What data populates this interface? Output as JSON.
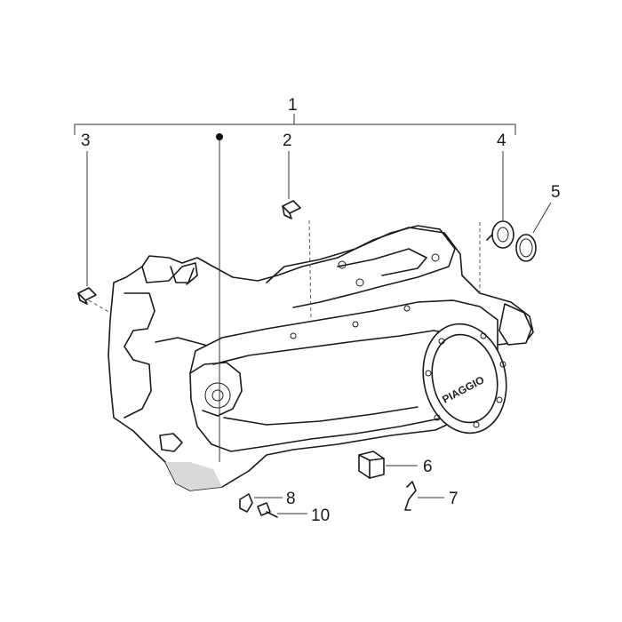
{
  "diagram": {
    "type": "exploded-parts-diagram",
    "logo_text": "PIAGGIO",
    "callouts": [
      {
        "id": "1",
        "label": "1"
      },
      {
        "id": "2",
        "label": "2"
      },
      {
        "id": "3",
        "label": "3"
      },
      {
        "id": "4",
        "label": "4"
      },
      {
        "id": "5",
        "label": "5"
      },
      {
        "id": "6",
        "label": "6"
      },
      {
        "id": "7",
        "label": "7"
      },
      {
        "id": "8",
        "label": "8"
      },
      {
        "id": "10",
        "label": "10"
      }
    ]
  }
}
